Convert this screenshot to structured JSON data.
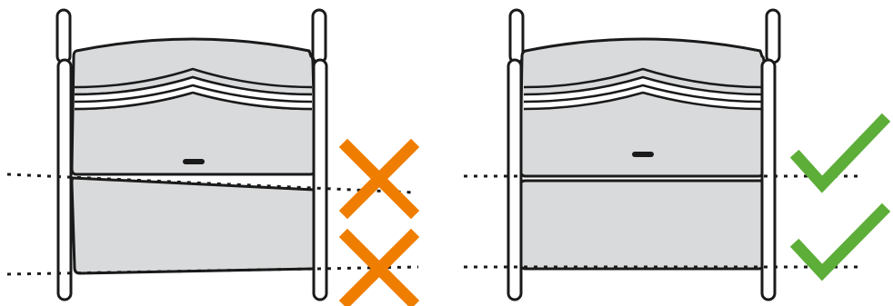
{
  "colors": {
    "background": "#ffffff",
    "outline": "#1a1a1a",
    "panel_fill": "#d9dadb",
    "wrong_mark": "#ef7d00",
    "right_mark": "#5cae38",
    "guide_line": "#1a1a1a"
  },
  "illustrations": [
    {
      "name": "incorrect-installation",
      "description_icon": "cross-icon",
      "result": "incorrect"
    },
    {
      "name": "correct-installation",
      "description_icon": "check-icon",
      "result": "correct"
    }
  ]
}
